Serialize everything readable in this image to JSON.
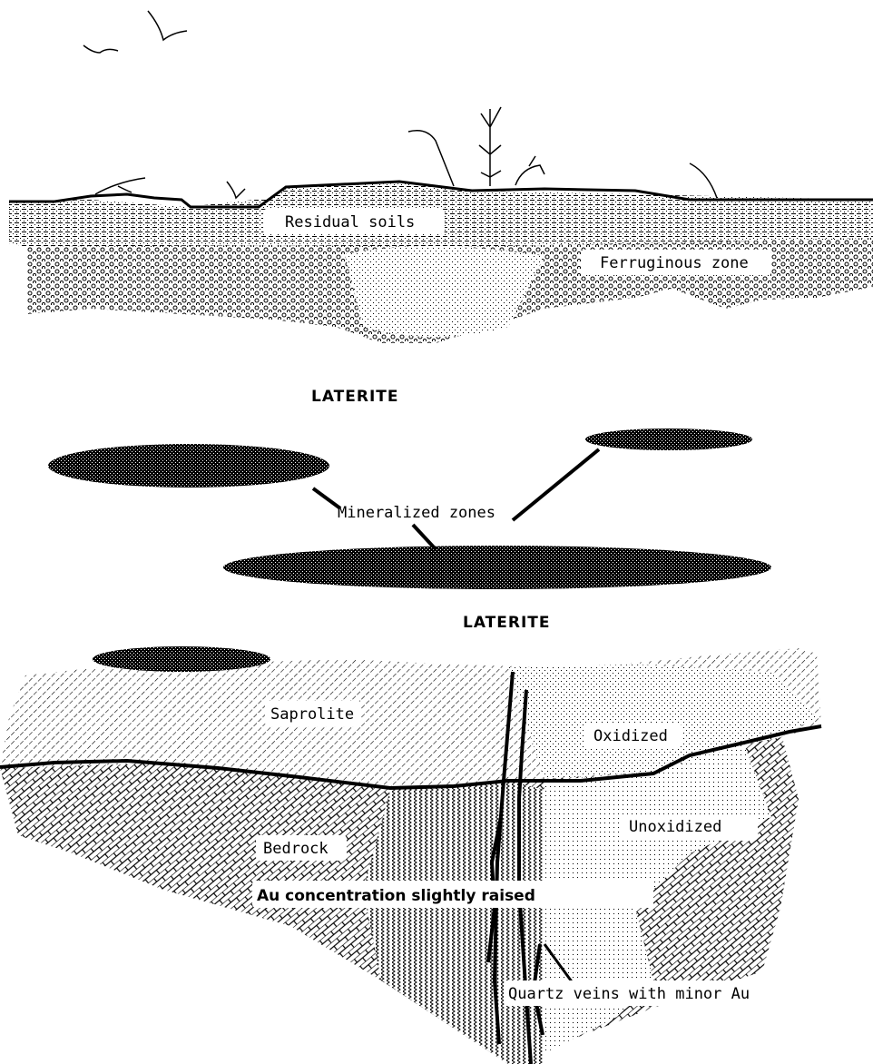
{
  "labels": {
    "residual_soils": "Residual soils",
    "ferruginous_zone": "Ferruginous zone",
    "laterite_1": "LATERITE",
    "mineralized_zones": "Mineralized zones",
    "laterite_2": "LATERITE",
    "saprolite": "Saprolite",
    "oxidized": "Oxidized",
    "unoxidized": "Unoxidized",
    "bedrock": "Bedrock",
    "au_concentration": "Au concentration slightly raised",
    "quartz_veins": "Quartz veins with minor Au"
  },
  "colors": {
    "ink": "#000000",
    "paper": "#ffffff"
  }
}
